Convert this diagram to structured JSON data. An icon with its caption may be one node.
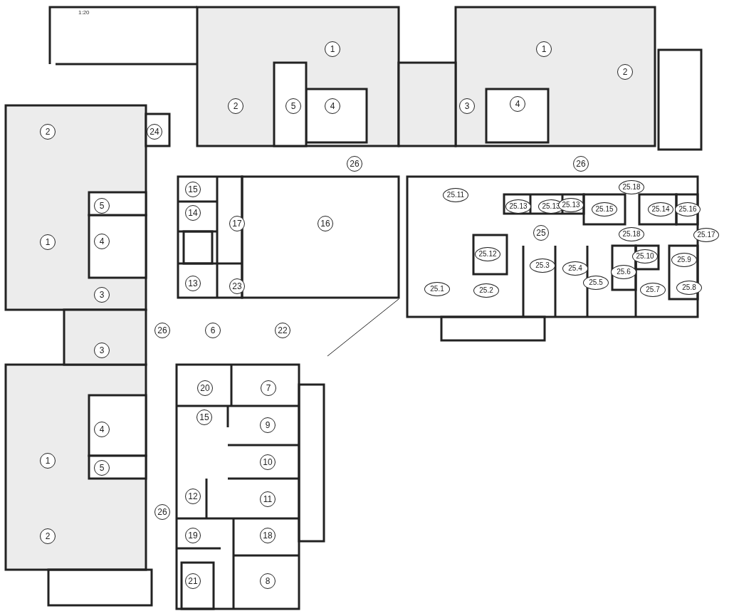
{
  "diagram": {
    "labels": [
      "1:20",
      "1",
      "1",
      "2",
      "2",
      "5",
      "4",
      "3",
      "4",
      "2",
      "24",
      "26",
      "26",
      "15",
      "25.18",
      "25.11",
      "25.13",
      "25.13",
      "25.13",
      "25.15",
      "25.14",
      "25.16",
      "5",
      "14",
      "17",
      "16",
      "25",
      "25.18",
      "25.17",
      "1",
      "4",
      "25.12",
      "25.10",
      "25.9",
      "25.3",
      "25.4",
      "25.6",
      "13",
      "23",
      "3",
      "25.5",
      "25.1",
      "25.2",
      "25.7",
      "25.8",
      "26",
      "6",
      "22",
      "3",
      "20",
      "7",
      "15",
      "9",
      "4",
      "10",
      "5",
      "1",
      "12",
      "11",
      "26",
      "2",
      "19",
      "18",
      "21",
      "8"
    ]
  }
}
